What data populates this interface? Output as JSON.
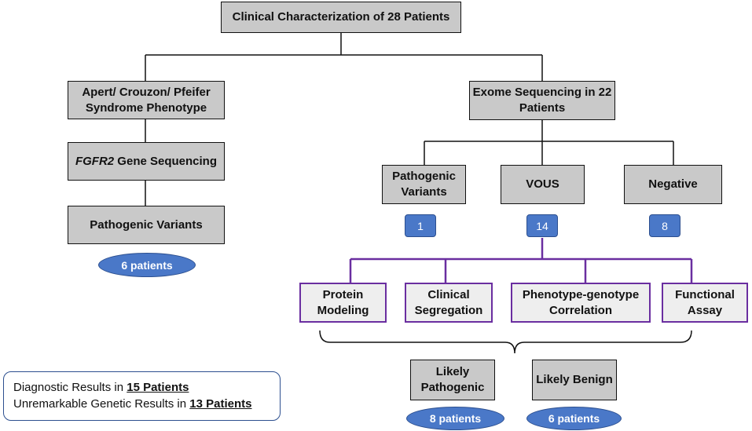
{
  "root": {
    "label": "Clinical Characterization of 28 Patients"
  },
  "left_branch": {
    "phenotype": "Apert/ Crouzon/ Pfeifer Syndrome Phenotype",
    "gene_name": "FGFR2",
    "gene_suffix": " Gene Sequencing",
    "result": "Pathogenic Variants",
    "count": "6 patients"
  },
  "right_branch": {
    "exome": "Exome Sequencing in 22 Patients",
    "categories": [
      {
        "label": "Pathogenic Variants",
        "count": "1"
      },
      {
        "label": "VOUS",
        "count": "14"
      },
      {
        "label": "Negative",
        "count": "8"
      }
    ],
    "analyses": [
      "Protein Modeling",
      "Clinical Segregation",
      "Phenotype-genotype Correlation",
      "Functional Assay"
    ],
    "outcomes": [
      {
        "label": "Likely Pathogenic",
        "count": "8 patients"
      },
      {
        "label": "Likely Benign",
        "count": "6 patients"
      }
    ]
  },
  "summary": {
    "line1_prefix": "Diagnostic Results in ",
    "line1_value": "15 Patients",
    "line2_prefix": "Unremarkable Genetic Results in ",
    "line2_value": "13 Patients"
  },
  "colors": {
    "box_fill": "#c9c9c9",
    "analysis_border": "#6a2ea0",
    "badge_fill": "#4a78c8"
  }
}
